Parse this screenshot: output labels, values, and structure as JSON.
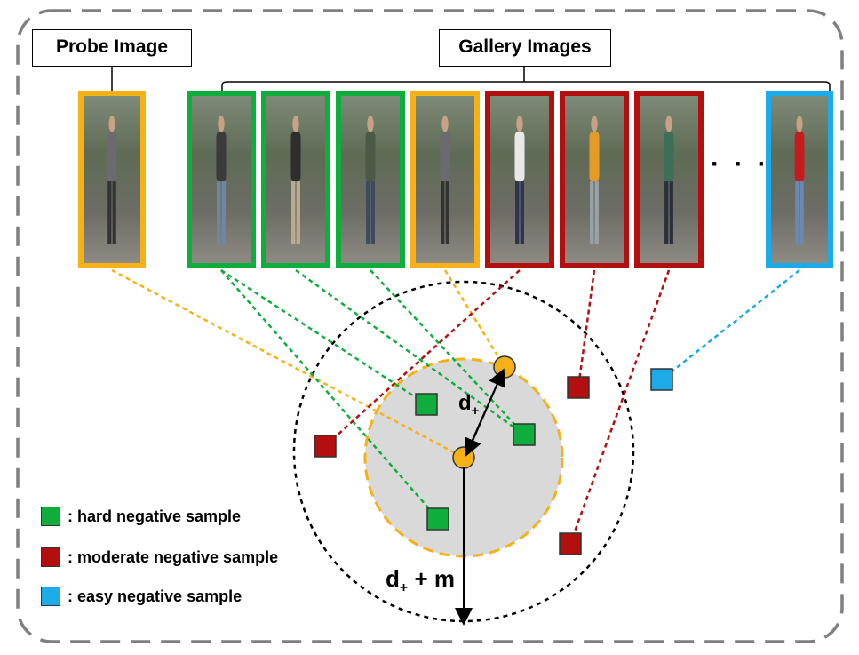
{
  "labels": {
    "probe": "Probe Image",
    "gallery": "Gallery Images",
    "ellipsis": "· · ·"
  },
  "colors": {
    "positive": "#f5b117",
    "hard": "#0fae3c",
    "moderate": "#b30f0f",
    "easy": "#1aabe8",
    "gray_region": "#d9d9d9",
    "frame": "#7f7f7f"
  },
  "gallery": [
    {
      "type": "hard",
      "shirt": "#3b3b3b",
      "pants": "#6f86a8"
    },
    {
      "type": "hard",
      "shirt": "#2e2e2e",
      "pants": "#b8ad92"
    },
    {
      "type": "hard",
      "shirt": "#4a5a47",
      "pants": "#3c4a60"
    },
    {
      "type": "positive",
      "shirt": "#6a6a70",
      "pants": "#333333"
    },
    {
      "type": "moderate",
      "shirt": "#e8e8e8",
      "pants": "#2b3550"
    },
    {
      "type": "moderate",
      "shirt": "#e49b26",
      "pants": "#9aa1a8"
    },
    {
      "type": "moderate",
      "shirt": "#3f6e57",
      "pants": "#2b2f3b"
    },
    {
      "type": "easy",
      "shirt": "#c8191e",
      "pants": "#6b88b0"
    }
  ],
  "probe_colors": {
    "shirt": "#6a6a70",
    "pants": "#333333"
  },
  "legend": [
    {
      "type": "hard",
      "text": ": hard negative sample"
    },
    {
      "type": "moderate",
      "text": ": moderate negative sample"
    },
    {
      "type": "easy",
      "text": ": easy negative sample"
    }
  ],
  "math": {
    "d_plus": "d",
    "d_plus_sub": "+",
    "margin_label_main": "d",
    "margin_label_sub": "+",
    "margin_label_tail": " + m"
  }
}
